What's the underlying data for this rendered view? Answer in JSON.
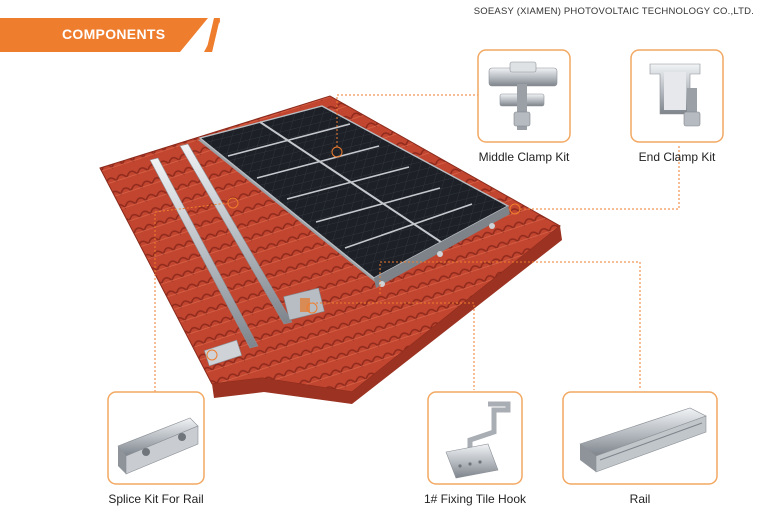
{
  "header": {
    "section_title": "COMPONENTS",
    "company": "SOEASY (XIAMEN) PHOTOVOLTAIC TECHNOLOGY CO.,LTD."
  },
  "components": {
    "middle_clamp": "Middle Clamp Kit",
    "end_clamp": "End Clamp Kit",
    "splice_kit": "Splice Kit For Rail",
    "tile_hook": "1# Fixing Tile Hook",
    "rail": "Rail"
  },
  "colors": {
    "accent": "#ef7d2e",
    "card_border": "#f2a862",
    "roof_tile": "#c2452f",
    "panel": "#1b1d22"
  }
}
